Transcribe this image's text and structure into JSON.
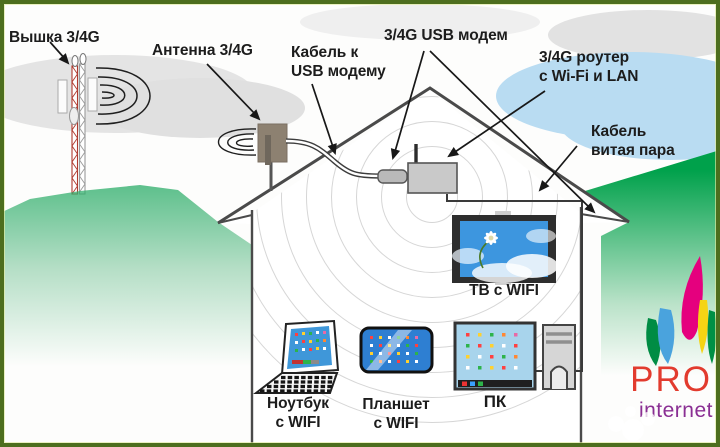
{
  "labels": {
    "tower": "Вышка 3/4G",
    "antenna": "Антенна 3/4G",
    "cable_usb_1": "Кабель к",
    "cable_usb_2": "USB модему",
    "usb_modem": "3/4G USB модем",
    "router_1": "3/4G роутер",
    "router_2": "с Wi-Fi и LAN",
    "twisted_pair_1": "Кабель",
    "twisted_pair_2": "витая пара",
    "tv": "ТВ с WIFI",
    "laptop_1": "Ноутбук",
    "laptop_2": "с WIFI",
    "tablet_1": "Планшет",
    "tablet_2": "с WIFI",
    "pc": "ПК"
  },
  "logo": {
    "title": "PRO",
    "subtitle": "internet"
  },
  "colors": {
    "hill_green": "#00a14b",
    "cloud_blue": "#b9dcf2",
    "tower_red": "#b03a2e",
    "logo_title": "#e23b2e",
    "logo_subtitle": "#8a2f93"
  }
}
